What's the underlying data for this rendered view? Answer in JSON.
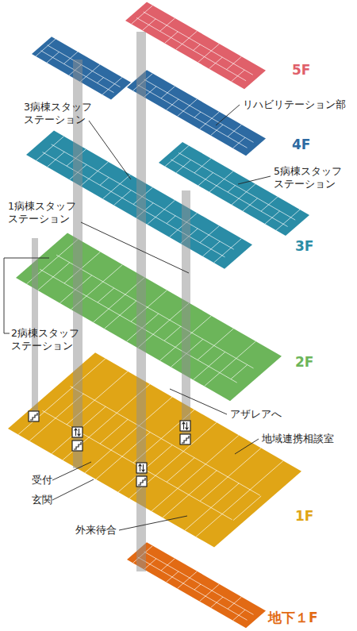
{
  "diagram": {
    "labels": [
      "5F",
      "リハビリテーション部",
      "4F",
      "3病棟スタッフ ステーション",
      "5病棟スタッフ ステーション",
      "3F",
      "1病棟スタッフ ステーション",
      "2病棟スタッフ ステーション",
      "2F",
      "アザレアへ",
      "地域連携相談室",
      "受付",
      "玄関",
      "外来待合",
      "1F",
      "地下１F"
    ]
  }
}
